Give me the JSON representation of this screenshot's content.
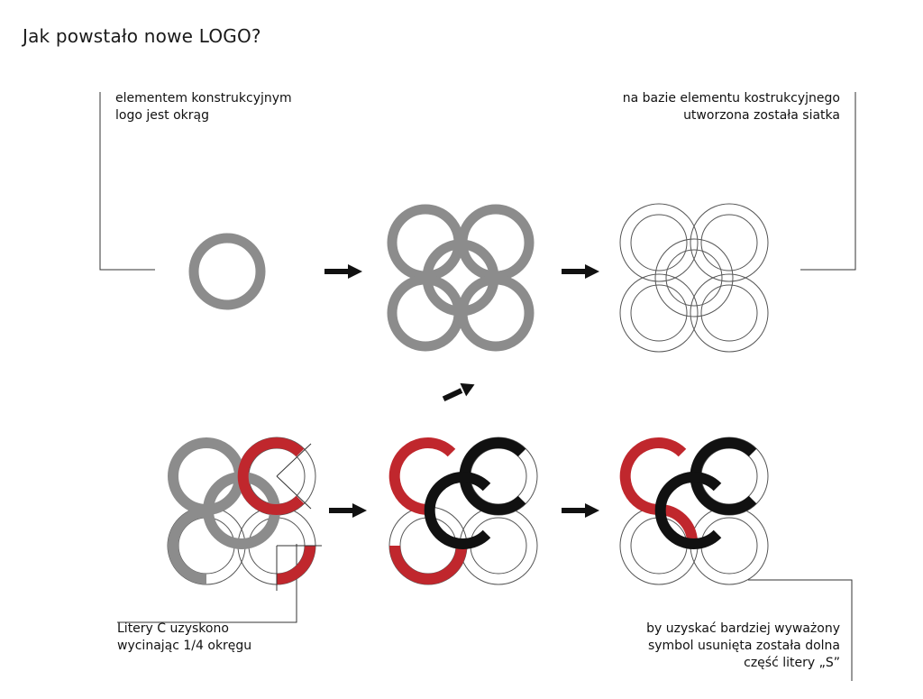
{
  "title": "Jak powstało nowe LOGO?",
  "notes": {
    "construction_circle": {
      "line1": "elementem konstrukcyjnym",
      "line2": "logo jest okrąg"
    },
    "grid": {
      "line1": "na bazie elementu kostrukcyjnego",
      "line2": "utworzona została siatka"
    },
    "letters_c": {
      "line1": "Litery C uzyskono",
      "line2": "wycinając 1/4 okręgu"
    },
    "balance": {
      "line1": "by uzyskać bardziej wyważony",
      "line2": "symbol usunięta została dolna",
      "line3": "część litery „S”"
    }
  },
  "colors": {
    "gray": "#8c8c8c",
    "red": "#c0272d",
    "black": "#111111",
    "outline": "#333333"
  },
  "icons": [
    "arrow-right-icon",
    "arrow-down-left-icon"
  ]
}
